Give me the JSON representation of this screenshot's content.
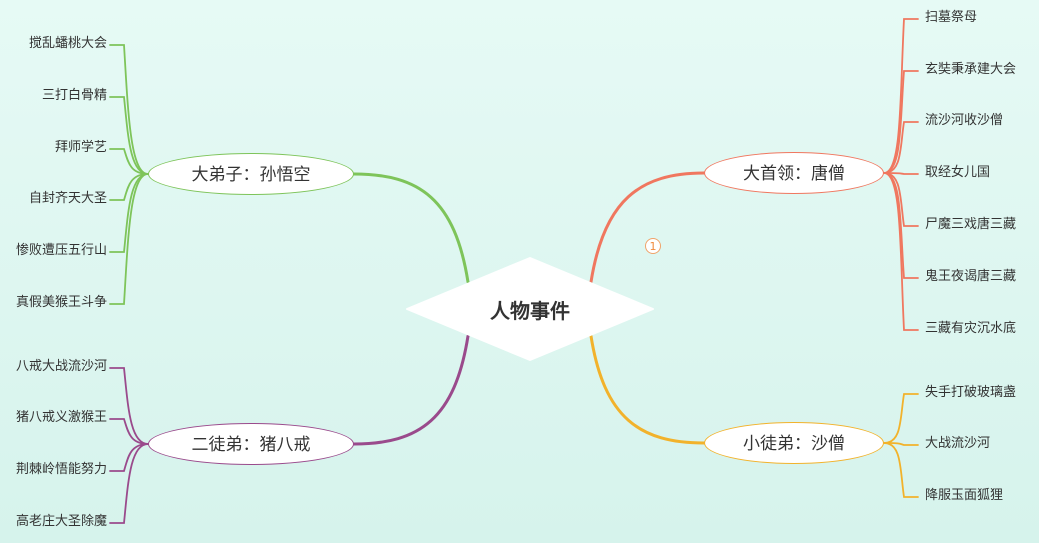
{
  "center": {
    "label": "人物事件"
  },
  "marker": {
    "label": "1"
  },
  "branches": {
    "sun": {
      "label": "大弟子：孙悟空",
      "color": "#7ec45a",
      "items": [
        "搅乱蟠桃大会",
        "三打白骨精",
        "拜师学艺",
        "自封齐天大圣",
        "惨败遭压五行山",
        "真假美猴王斗争"
      ]
    },
    "zhu": {
      "label": "二徒弟：猪八戒",
      "color": "#9a4a8c",
      "items": [
        "八戒大战流沙河",
        "猪八戒义激猴王",
        "荆棘岭悟能努力",
        "高老庄大圣除魔"
      ]
    },
    "tang": {
      "label": "大首领：唐僧",
      "color": "#f0775f",
      "items": [
        "扫墓祭母",
        "玄奘秉承建大会",
        "流沙河收沙僧",
        "取经女儿国",
        "尸魔三戏唐三藏",
        "鬼王夜谒唐三藏",
        "三藏有灾沉水底"
      ]
    },
    "sha": {
      "label": "小徒弟：沙僧",
      "color": "#f2b22b",
      "items": [
        "失手打破玻璃盏",
        "大战流沙河",
        "降服玉面狐狸"
      ]
    }
  }
}
